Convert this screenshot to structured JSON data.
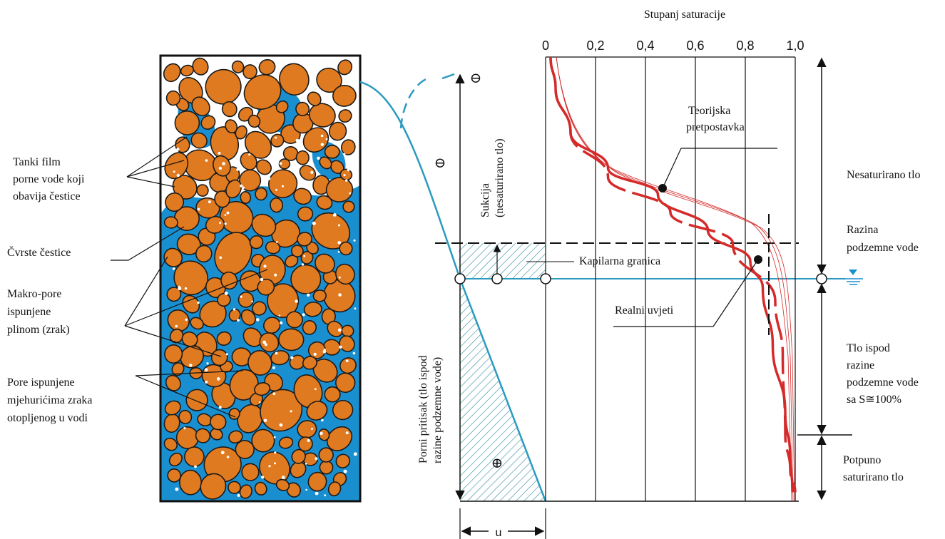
{
  "colors": {
    "water": "#1a8fd0",
    "grain": "#e07a20",
    "grain_outline": "#1a1a1a",
    "saturation_curve": "#d42a2a",
    "water_line": "#2a9ac0",
    "hatch": "#2a8a9a"
  },
  "soil_column": {
    "film_label": [
      "Tanki film",
      "porne vode koji",
      "obavija čestice"
    ],
    "solid_label": "Čvrste čestice",
    "macro_label": [
      "Makro-pore",
      "ispunjene",
      "plinom (zrak)"
    ],
    "bubbles_label": [
      "Pore ispunjene",
      "mjehurićima zraka",
      "otopljenog u vodi"
    ]
  },
  "pressure": {
    "suction_label": [
      "Sukcija",
      "(nesaturirano tlo)"
    ],
    "pore_label": [
      "Porni pritisak (tlo ispod",
      "razine podzemne vode)"
    ],
    "minus_top": "⊖",
    "minus_mid": "⊖",
    "plus": "⊕",
    "u_label": "u",
    "capillary_label": "Kapilarna granica"
  },
  "saturation_chart": {
    "axis_title": "Stupanj saturacije",
    "ticks": [
      "0",
      "0,2",
      "0,4",
      "0,6",
      "0,8",
      "1,0"
    ],
    "theory_label": [
      "Teorijska",
      "pretpostavka"
    ],
    "real_label": "Realni uvjeti"
  },
  "zones": {
    "unsaturated": "Nesaturirano tlo",
    "water_table": [
      "Razina",
      "podzemne vode"
    ],
    "below": [
      "Tlo ispod",
      "razine",
      "podzemne vode",
      "sa S≅100%"
    ],
    "full": [
      "Potpuno",
      "saturirano tlo"
    ]
  },
  "chart_data": {
    "type": "line",
    "xlabel": "Stupanj saturacije",
    "xlim": [
      0,
      1.0
    ],
    "xticks": [
      "0",
      "0,2",
      "0,4",
      "0,6",
      "0,8",
      "1,0"
    ],
    "series": [
      {
        "name": "Teorijska pretpostavka",
        "x": [
          0.02,
          0.04,
          0.1,
          0.25,
          0.5,
          0.75,
          0.92,
          0.95,
          0.96,
          0.98,
          1.0
        ],
        "y": [
          0,
          0.07,
          0.17,
          0.27,
          0.35,
          0.42,
          0.55,
          0.67,
          0.85,
          0.93,
          0.98
        ]
      },
      {
        "name": "Realni uvjeti",
        "x": [
          0.02,
          0.04,
          0.1,
          0.25,
          0.45,
          0.65,
          0.82,
          0.87,
          0.91,
          0.96,
          0.98,
          0.99
        ],
        "y": [
          0,
          0.07,
          0.17,
          0.25,
          0.31,
          0.39,
          0.46,
          0.52,
          0.65,
          0.8,
          0.9,
          0.98
        ]
      }
    ]
  }
}
